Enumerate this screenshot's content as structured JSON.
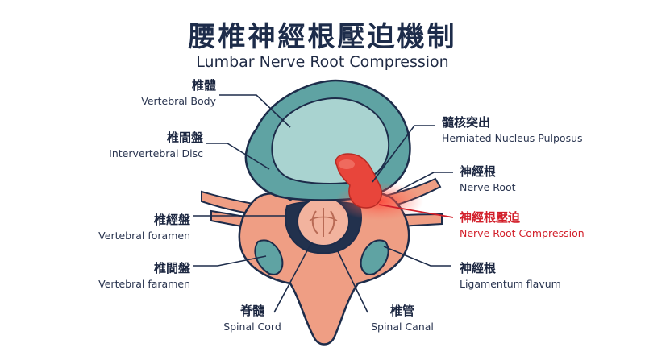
{
  "title": "腰椎神經根壓迫機制",
  "subtitle": "Lumbar Nerve Root Compression",
  "labels": {
    "vertebral_body": {
      "zh": "椎體",
      "en": "Vertebral Body"
    },
    "intervertebral_disc": {
      "zh": "椎間盤",
      "en": "Intervertebral Disc"
    },
    "vertebral_foramen": {
      "zh": "椎經盤",
      "en": "Vertebral foramen"
    },
    "vertebral_faramen": {
      "zh": "椎間盤",
      "en": "Vertebral faramen"
    },
    "spinal_cord": {
      "zh": "脊髓",
      "en": "Spinal Cord"
    },
    "spinal_canal": {
      "zh": "椎管",
      "en": "Spinal Canal"
    },
    "herniated_nucleus": {
      "zh": "髓核突出",
      "en": "Herniated Nucleus Pulposus"
    },
    "nerve_root": {
      "zh": "神經根",
      "en": "Nerve Root"
    },
    "nerve_root_compression": {
      "zh": "神經根壓迫",
      "en": "Nerve Root Compression"
    },
    "ligamentum_flavum": {
      "zh": "神經根",
      "en": "Ligamentum flavum"
    }
  },
  "colors": {
    "disc_teal": "#5fa3a3",
    "disc_inner": "#a9d3d0",
    "bone": "#ef9e84",
    "bone_dark": "#d9836b",
    "herniation": "#e8453b",
    "alert_text": "#d21f2a",
    "outline": "#1d2c4a"
  }
}
